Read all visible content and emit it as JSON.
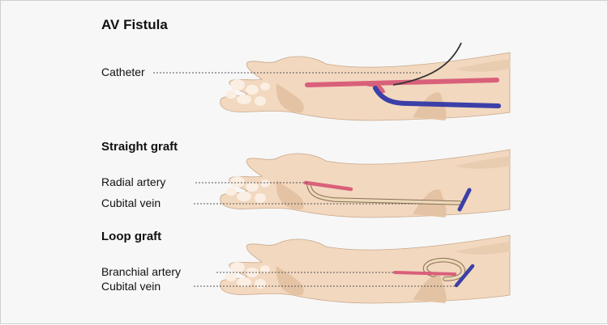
{
  "sections": {
    "fistula": {
      "title": "AV Fistula",
      "labels": {
        "catheter": "Catheter"
      }
    },
    "straight": {
      "title": "Straight graft",
      "labels": {
        "artery": "Radial artery",
        "vein": "Cubital vein"
      }
    },
    "loop": {
      "title": "Loop graft",
      "labels": {
        "artery": "Branchial artery",
        "vein": "Cubital vein"
      }
    }
  },
  "colors": {
    "background": "#f7f7f7",
    "skin": "#f2d8bf",
    "skin_shade": "#e4c3a4",
    "skin_highlight": "#fbeee3",
    "outline": "#c9a98c",
    "artery": "#d9607a",
    "vein": "#3b3fa8",
    "graft": "#ecd9b8",
    "graft_outline": "#8a6e55",
    "catheter": "#333333",
    "leader": "#555555"
  }
}
